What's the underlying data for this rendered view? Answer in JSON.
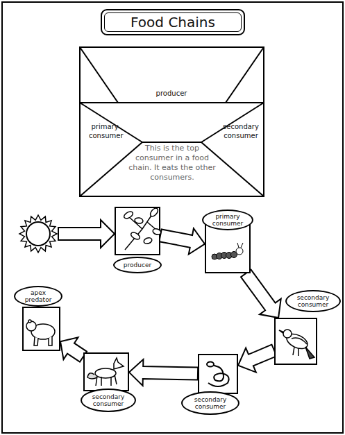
{
  "diagram": {
    "title": "Food Chains",
    "nodes": [
      {
        "text": [
          "producer"
        ]
      },
      {
        "text": [
          "primary consumer"
        ]
      },
      {
        "text": [
          "secondary consumer"
        ]
      },
      {
        "text": [
          "secondary consumer"
        ]
      },
      {
        "text": [
          "secondary consumer"
        ]
      },
      {
        "text": [
          "apex predator"
        ]
      }
    ],
    "edges": [
      {
        "from": 0,
        "to": 1,
        "arrow": "to"
      },
      {
        "from": 1,
        "to": 2,
        "arrow": "to"
      },
      {
        "from": 2,
        "to": 3,
        "arrow": "to"
      },
      {
        "from": 3,
        "to": 4,
        "arrow": "to"
      },
      {
        "from": 4,
        "to": 5,
        "arrow": "to"
      }
    ],
    "labels": [
      "producer",
      "primary consumer",
      "secondary consumer",
      "This is the top consumer in a food chain. It eats the other consumers."
    ]
  }
}
